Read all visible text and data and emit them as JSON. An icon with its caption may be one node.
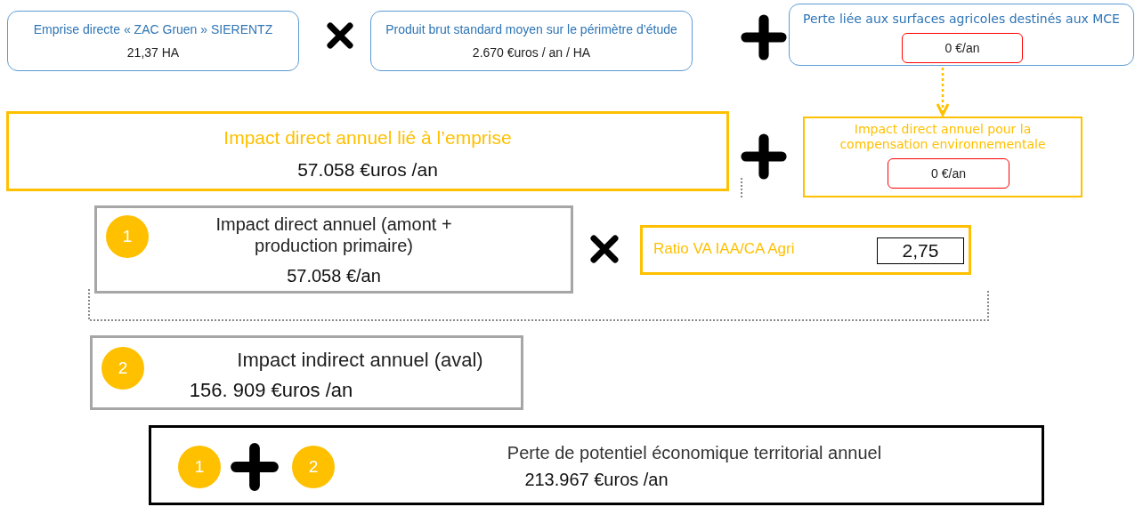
{
  "diagram": {
    "nodes": [
      {
        "text": [
          "Emprise directe « ZAC Gruen » SIERENTZ",
          "21,37 HA"
        ]
      },
      {
        "text": [
          "Produit brut standard moyen sur le périmètre d’étude",
          "2.670 €uros / an / HA"
        ]
      },
      {
        "text": [
          "Perte liée aux surfaces agricoles destinés aux MCE"
        ]
      },
      {
        "text": [
          "0 €/an"
        ],
        "in": 2
      },
      {
        "text": [
          "Impact direct annuel lié à l’emprise",
          "57.058 €uros /an"
        ]
      },
      {
        "text": [
          "Impact direct annuel pour la compensation environnementale"
        ]
      },
      {
        "text": [
          "0 €/an"
        ],
        "in": 5
      },
      {
        "text": [
          "Impact direct annuel (amont + production primaire)",
          "57.058 €/an"
        ]
      },
      {
        "text": [
          "1"
        ],
        "in": 7
      },
      {
        "text": [
          "Ratio VA IAA/CA Agri"
        ]
      },
      {
        "text": [
          "2,75"
        ],
        "in": 9
      },
      {
        "text": [
          "Impact indirect annuel (aval)",
          "156. 909 €uros /an"
        ]
      },
      {
        "text": [
          "2"
        ],
        "in": 11
      },
      {
        "text": [
          "Perte de potentiel économique territorial annuel",
          "213.967 €uros /an"
        ]
      },
      {
        "text": [
          "1"
        ],
        "in": 13
      },
      {
        "text": [
          "2"
        ],
        "in": 13
      }
    ],
    "edges": [
      {
        "from": 2,
        "to": 5,
        "arrow": "to",
        "style": "dashed",
        "color": "#ffc000"
      }
    ]
  }
}
